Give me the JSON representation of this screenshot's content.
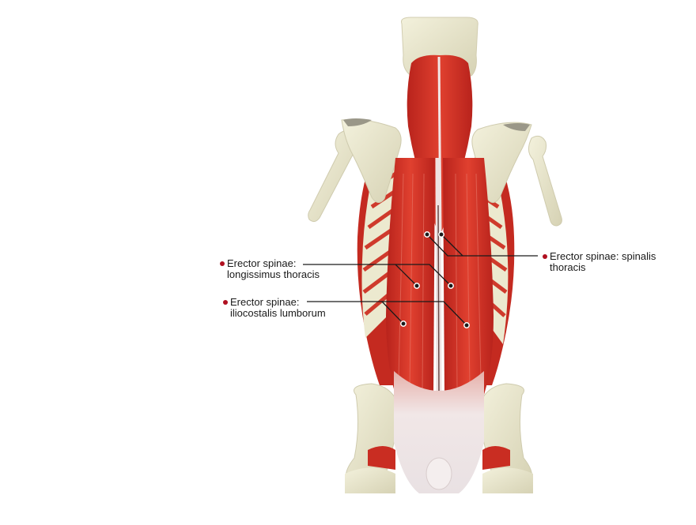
{
  "figure": {
    "subject": "Posterior view of back muscles (erector spinae group)",
    "colors": {
      "muscle": "#d8352a",
      "muscle_dark": "#b8231c",
      "bone": "#ece9cf",
      "bone_shadow": "#cfcbae",
      "tendon": "#efe6e6",
      "bullet": "#b01020",
      "leader_line": "#1a1a1a"
    }
  },
  "labels": [
    {
      "id": "longissimus",
      "line1": "Erector spinae:",
      "line2": "longissimus thoracis",
      "side": "left",
      "bullet": [
        279,
        333
      ],
      "pointers": [
        [
          527,
          362
        ],
        [
          570,
          362
        ]
      ]
    },
    {
      "id": "iliocostalis",
      "line1": "Erector spinae:",
      "line2": "iliocostalis lumborum",
      "side": "left",
      "bullet": [
        283,
        382
      ],
      "pointers": [
        [
          510,
          410
        ],
        [
          590,
          412
        ]
      ]
    },
    {
      "id": "spinalis",
      "line1": "Erector spinae: spinalis",
      "line2": "thoracis",
      "side": "right",
      "bullet": [
        687,
        324
      ],
      "pointers": [
        [
          540,
          297
        ],
        [
          558,
          297
        ]
      ]
    }
  ]
}
